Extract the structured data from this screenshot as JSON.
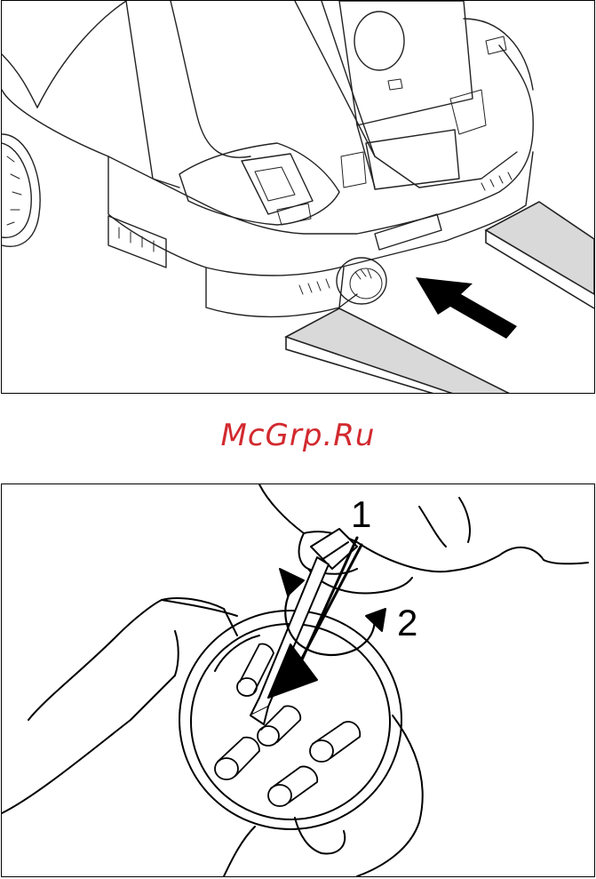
{
  "watermark": {
    "text": "McGrp.Ru",
    "color": "#d22a2f"
  },
  "figure_top": {
    "icons": [
      "pressure-washer-rear-illustration",
      "push-direction-arrow",
      "ramp-board-icon"
    ]
  },
  "figure_bottom": {
    "step_labels": [
      "1",
      "2"
    ],
    "icons": [
      "mains-plug-illustration",
      "screwdriver-icon",
      "rotate-arrow-icon",
      "hand-illustration"
    ]
  }
}
